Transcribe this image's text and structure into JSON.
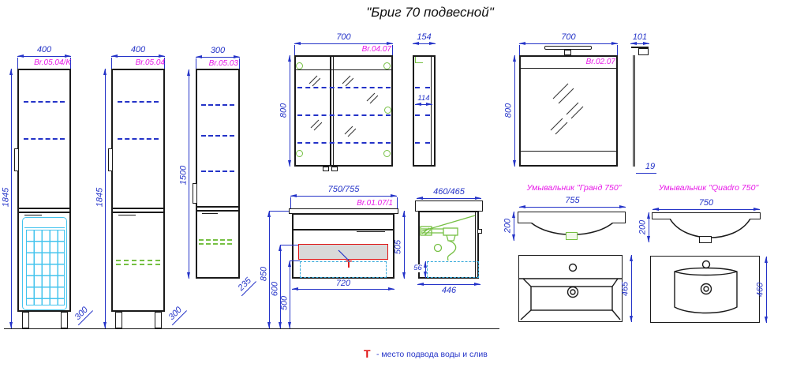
{
  "title": "\"Бриг 70 подвесной\"",
  "cabinets": {
    "c1": {
      "model": "Br.05.04/K",
      "width": "400",
      "height": "1845",
      "depth": "300"
    },
    "c2": {
      "model": "Br.05.04",
      "width": "400",
      "height": "1845",
      "depth": "300"
    },
    "c3": {
      "model": "Br.05.03",
      "width": "300",
      "height": "1500",
      "depth": "235"
    }
  },
  "mirror_cabinet": {
    "model": "Br.04.07",
    "width": "700",
    "height": "800",
    "side_depth": "154",
    "inner_depth": "114"
  },
  "mirror": {
    "model": "Br.02.07",
    "width": "700",
    "height": "800",
    "side_depth": "101",
    "bottom_thickness": "19"
  },
  "vanity": {
    "model": "Br.01.07/1",
    "width": "750/755",
    "inner_width": "720",
    "height": "505",
    "top_height": "850",
    "supply_height": "600",
    "drain_height": "500",
    "marker": "Т"
  },
  "vanity_side": {
    "depth": "460/465",
    "bottom_depth": "446",
    "plinth": "56"
  },
  "sinks": {
    "grand": {
      "title": "Умывальник \"Гранд 750\"",
      "width": "755",
      "height": "200",
      "depth": "465"
    },
    "quadro": {
      "title": "Умывальник \"Quadro 750\"",
      "width": "750",
      "height": "200",
      "depth": "460"
    }
  },
  "legend": {
    "symbol": "Т",
    "text": "- место подвода воды и слив"
  },
  "colors": {
    "dimension": "#2433c8",
    "model_label": "#e818e8",
    "shelf_fixed": "#2433c8",
    "shelf_adjustable": "#76c043",
    "basket": "#44c4ee",
    "marker": "#e01111",
    "outline": "#1a1a1a"
  }
}
